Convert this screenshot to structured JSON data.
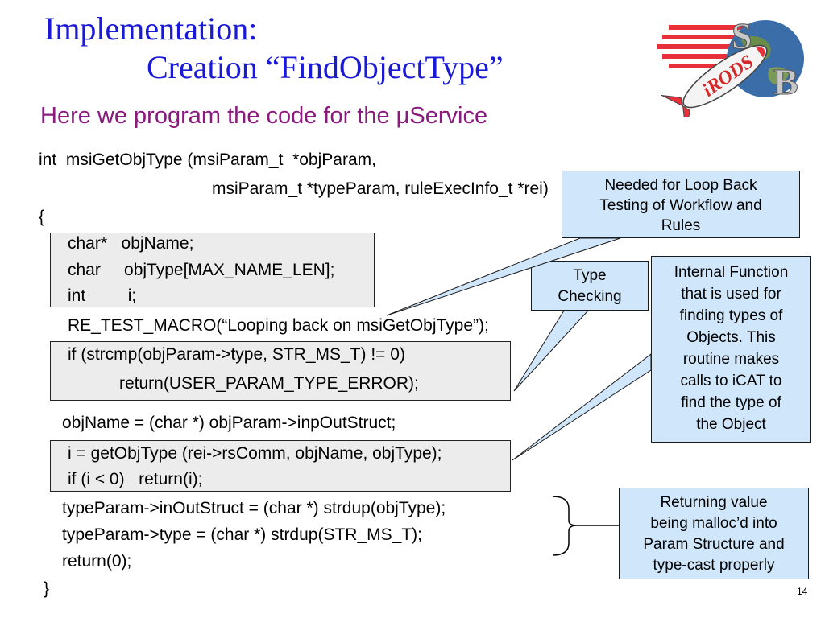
{
  "title": {
    "line1": "Implementation:",
    "line2": "Creation “FindObjectType”"
  },
  "subtitle": "Here we program the code for the μService",
  "code": {
    "line1": "int  msiGetObjType (msiParam_t  *objParam,",
    "line2": "msiParam_t *typeParam, ruleExecInfo_t *rei)",
    "open_brace": "{",
    "decl1": "char*   objName;",
    "decl2": "char     objType[MAX_NAME_LEN];",
    "decl3": "int         i;",
    "macro": "RE_TEST_MACRO(“Looping back on msiGetObjType”);",
    "if1": "if (strcmp(objParam->type, STR_MS_T) != 0)",
    "return1": "return(USER_PARAM_TYPE_ERROR);",
    "assign_name": "objName = (char *) objParam->inpOutStruct;",
    "call_get": "i = getObjType (rei->rsComm, objName, objType);",
    "if_i": "if (i < 0)   return(i);",
    "assign_out": "typeParam->inOutStruct = (char *) strdup(objType);",
    "assign_type": "typeParam->type = (char *) strdup(STR_MS_T);",
    "return0": "return(0);",
    "close_brace": "}"
  },
  "callouts": {
    "loopback": [
      "Needed for Loop Back",
      "Testing of Workflow and",
      "Rules"
    ],
    "type_checking": [
      "Type",
      "Checking"
    ],
    "internal_function": [
      "Internal Function",
      "that is used for",
      "finding types of",
      "Objects. This",
      "routine makes",
      "calls to iCAT to",
      "find the type of",
      "the Object"
    ],
    "returning_value": [
      "Returning value",
      "being malloc’d into",
      "Param Structure and",
      "type-cast properly"
    ]
  },
  "logo": {
    "text": "iRODS",
    "letters": "SRB"
  },
  "page_number": "14",
  "colors": {
    "title": "#1a1ad6",
    "subtitle": "#8b1a7f",
    "callout_fill": "#cfe6fb",
    "code_box_fill": "#ececec"
  }
}
